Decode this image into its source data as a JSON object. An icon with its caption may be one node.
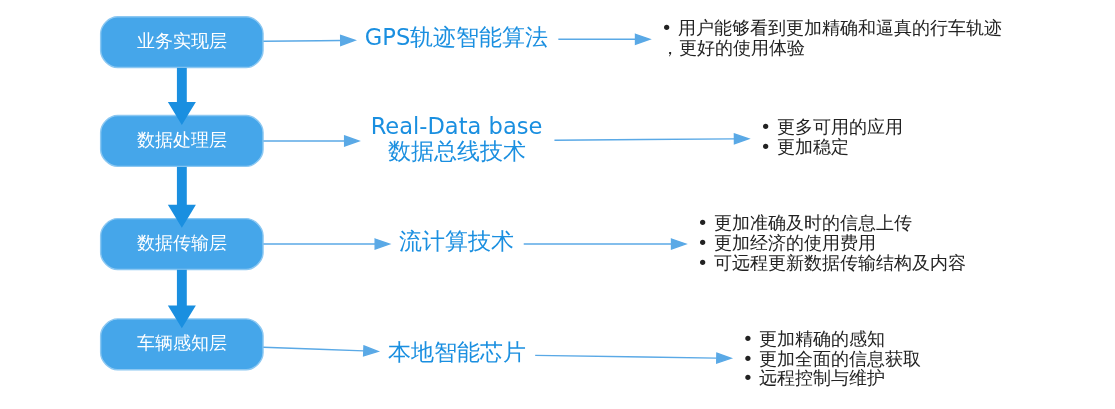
{
  "diagram": {
    "nodes": [
      {
        "text": [
          "业务实现层"
        ]
      },
      {
        "text": [
          "GPS轨迹智能算法"
        ]
      },
      {
        "text": [
          "• 用户能够看到更加精确和逼真的行车轨迹，更好的使用体验"
        ]
      },
      {
        "text": [
          "数据处理层"
        ]
      },
      {
        "text": [
          "Real-Data base",
          "数据总线技术"
        ]
      },
      {
        "text": [
          "• 更多可用的应用",
          "• 更加稳定"
        ]
      },
      {
        "text": [
          "数据传输层"
        ]
      },
      {
        "text": [
          "流计算技术"
        ]
      },
      {
        "text": [
          "• 更加准确及时的信息上传",
          "• 更加经济的使用费用",
          "• 可远程更新数据传输结构及内容"
        ]
      },
      {
        "text": [
          "车辆感知层"
        ]
      },
      {
        "text": [
          "本地智能芯片"
        ]
      },
      {
        "text": [
          "• 更加精确的感知",
          "• 更加全面的信息获取",
          "• 远程控制与维护"
        ]
      }
    ],
    "edges": [
      {
        "from": 0,
        "to": 1,
        "arrow": "to"
      },
      {
        "from": 1,
        "to": 2,
        "arrow": "to"
      },
      {
        "from": 3,
        "to": 4,
        "arrow": "to"
      },
      {
        "from": 4,
        "to": 5,
        "arrow": "to"
      },
      {
        "from": 6,
        "to": 7,
        "arrow": "to"
      },
      {
        "from": 7,
        "to": 8,
        "arrow": "to"
      },
      {
        "from": 9,
        "to": 10,
        "arrow": "to"
      },
      {
        "from": 10,
        "to": 11,
        "arrow": "to"
      },
      {
        "from": 0,
        "to": 3,
        "arrow": "to",
        "style": "thick",
        "color": "#1a8fe0"
      },
      {
        "from": 3,
        "to": 6,
        "arrow": "to",
        "style": "thick",
        "color": "#1a8fe0"
      },
      {
        "from": 6,
        "to": 9,
        "arrow": "to",
        "style": "thick",
        "color": "#1a8fe0"
      }
    ]
  }
}
